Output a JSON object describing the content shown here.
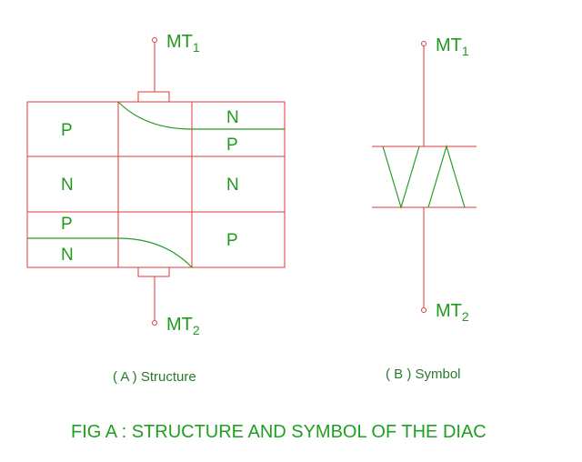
{
  "structure": {
    "terminal_top": {
      "main": "MT",
      "sub": "1"
    },
    "terminal_bottom": {
      "main": "MT",
      "sub": "2"
    },
    "layers": {
      "left_top": "P",
      "right_top_n": "N",
      "right_top_p": "P",
      "left_mid": "N",
      "right_mid": "N",
      "left_bot_p": "P",
      "left_bot_n": "N",
      "right_bot": "P"
    },
    "caption": "( A ) Structure"
  },
  "symbol": {
    "terminal_top": {
      "main": "MT",
      "sub": "1"
    },
    "terminal_bottom": {
      "main": "MT",
      "sub": "2"
    },
    "caption": "( B ) Symbol"
  },
  "figure_title": "FIG A : STRUCTURE AND SYMBOL OF THE DIAC",
  "colors": {
    "lines": "#e23a3a",
    "text": "#1f9a1f"
  }
}
